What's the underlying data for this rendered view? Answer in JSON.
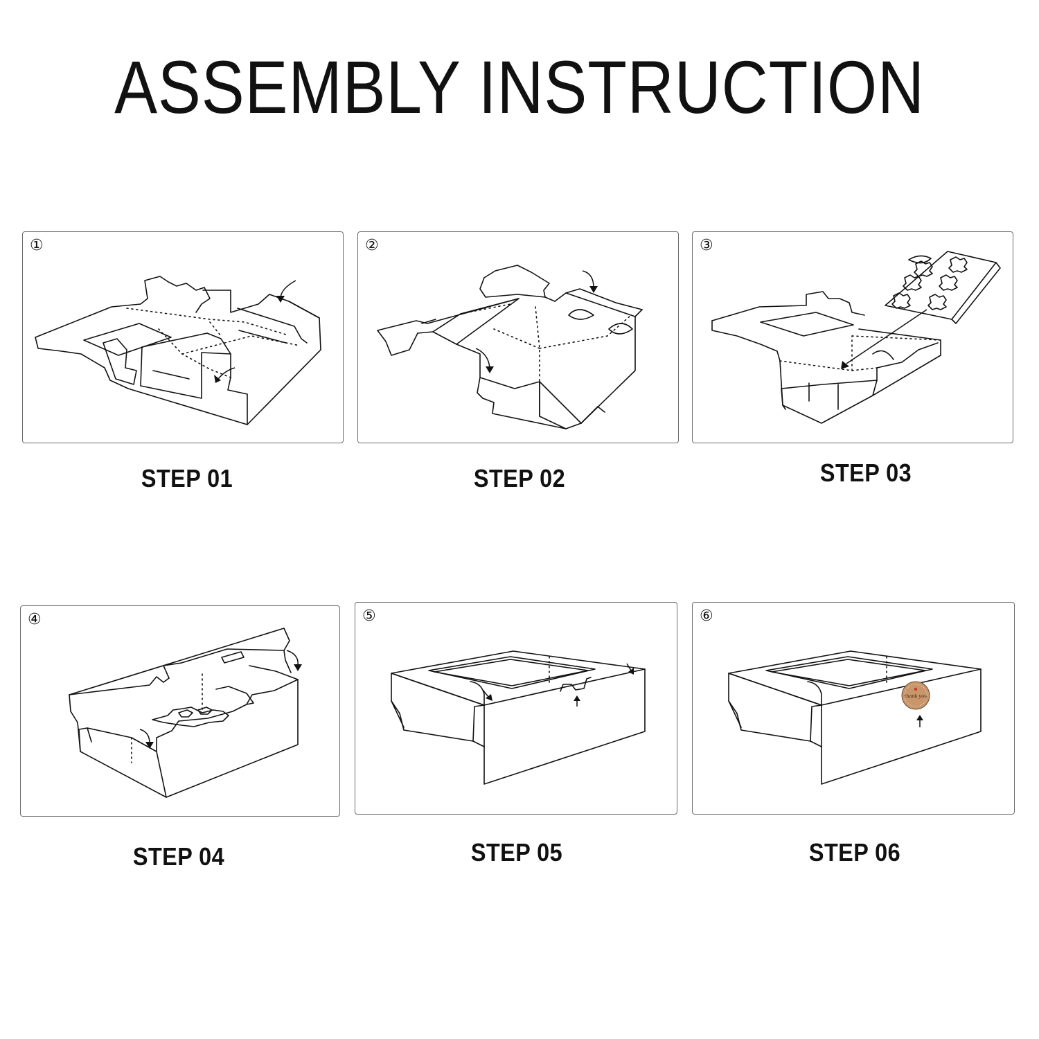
{
  "title": "ASSEMBLY INSTRUCTION",
  "steps": [
    {
      "number": "①",
      "label": "STEP 01"
    },
    {
      "number": "②",
      "label": "STEP 02"
    },
    {
      "number": "③",
      "label": "STEP 03"
    },
    {
      "number": "④",
      "label": "STEP 04"
    },
    {
      "number": "⑤",
      "label": "STEP 05"
    },
    {
      "number": "⑥",
      "label": "STEP 06"
    }
  ],
  "sticker_text": "thank you",
  "sticker_color": "#c8966a"
}
